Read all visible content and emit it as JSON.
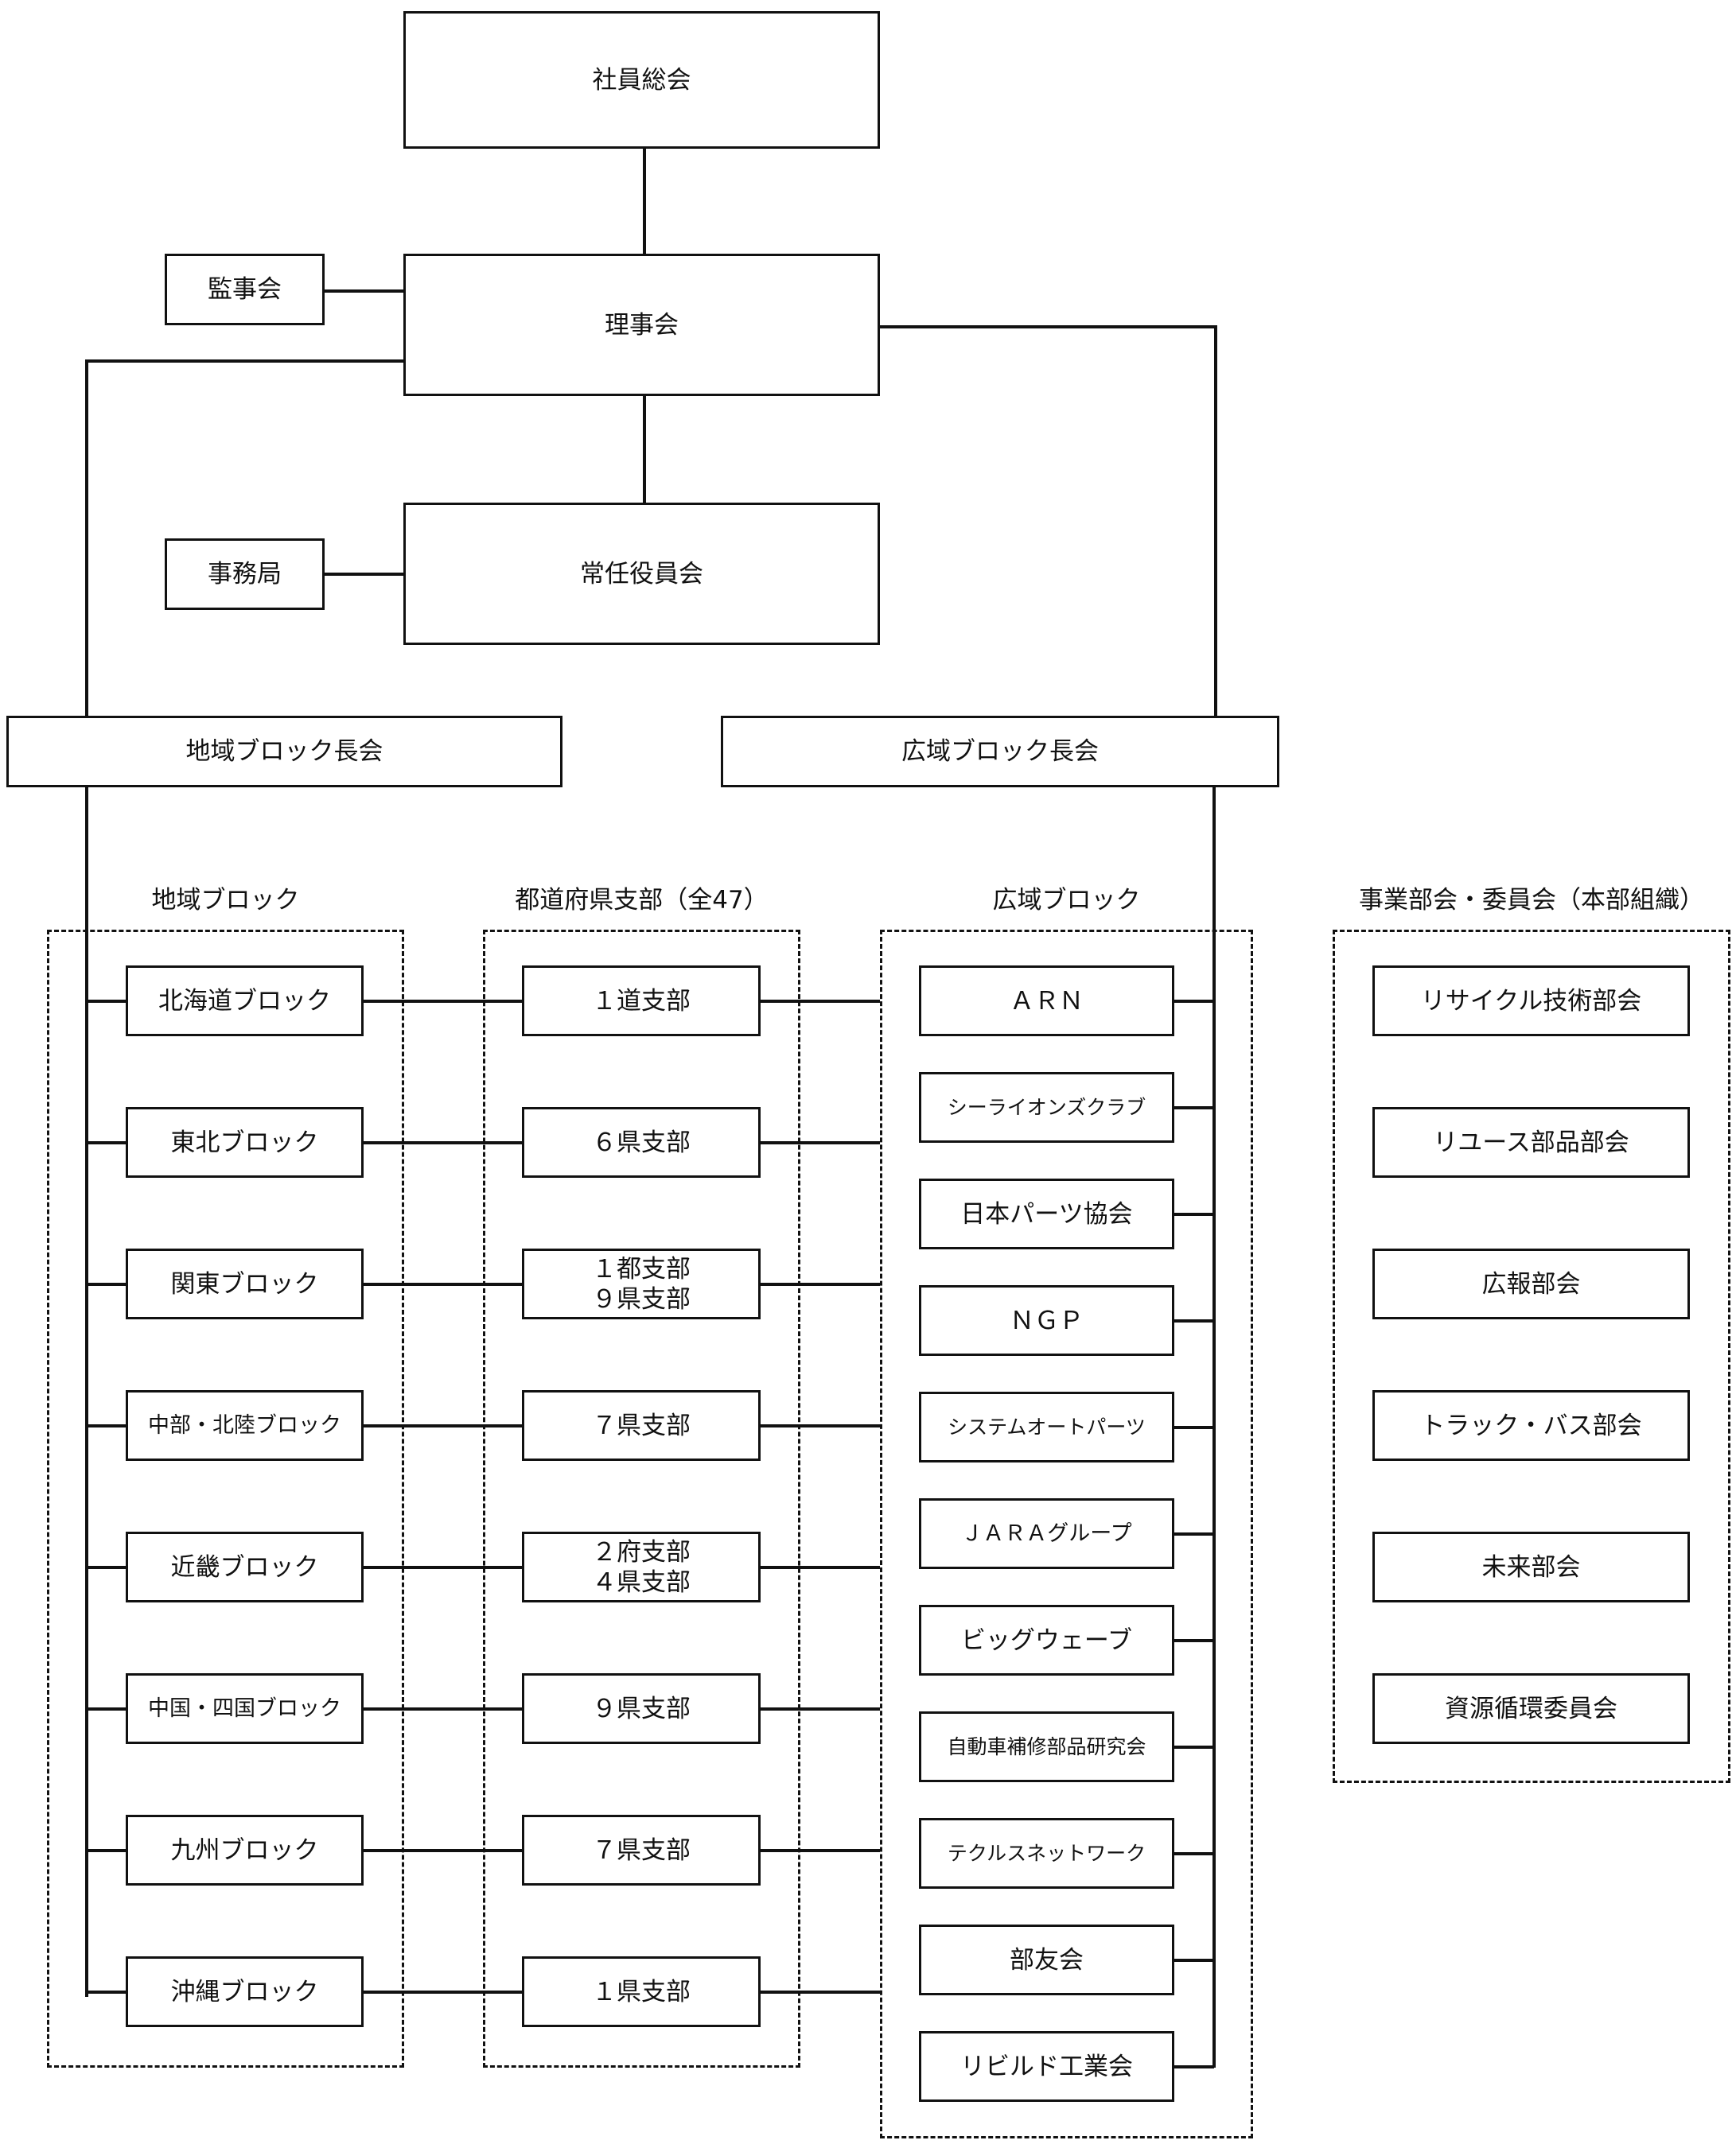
{
  "top": {
    "general_meeting": "社員総会",
    "auditors": "監事会",
    "board": "理事会",
    "secretariat": "事務局",
    "executive_committee": "常任役員会",
    "regional_block_chairs": "地域ブロック長会",
    "wide_area_block_chairs": "広域ブロック長会"
  },
  "columns": {
    "regional_blocks": {
      "header": "地域ブロック",
      "items": [
        "北海道ブロック",
        "東北ブロック",
        "関東ブロック",
        "中部・北陸ブロック",
        "近畿ブロック",
        "中国・四国ブロック",
        "九州ブロック",
        "沖縄ブロック"
      ]
    },
    "prefectural_branches": {
      "header": "都道府県支部（全47）",
      "items": [
        "１道支部",
        "６県支部",
        "１都支部\n９県支部",
        "７県支部",
        "２府支部\n４県支部",
        "９県支部",
        "７県支部",
        "１県支部"
      ]
    },
    "wide_area_blocks": {
      "header": "広域ブロック",
      "items": [
        "ＡＲＮ",
        "シーライオンズクラブ",
        "日本パーツ協会",
        "ＮＧＰ",
        "システムオートパーツ",
        "ＪＡＲＡグループ",
        "ビッグウェーブ",
        "自動車補修部品研究会",
        "テクルスネットワーク",
        "部友会",
        "リビルド工業会"
      ]
    },
    "committees": {
      "header": "事業部会・委員会（本部組織）",
      "items": [
        "リサイクル技術部会",
        "リユース部品部会",
        "広報部会",
        "トラック・バス部会",
        "未来部会",
        "資源循環委員会"
      ]
    }
  }
}
